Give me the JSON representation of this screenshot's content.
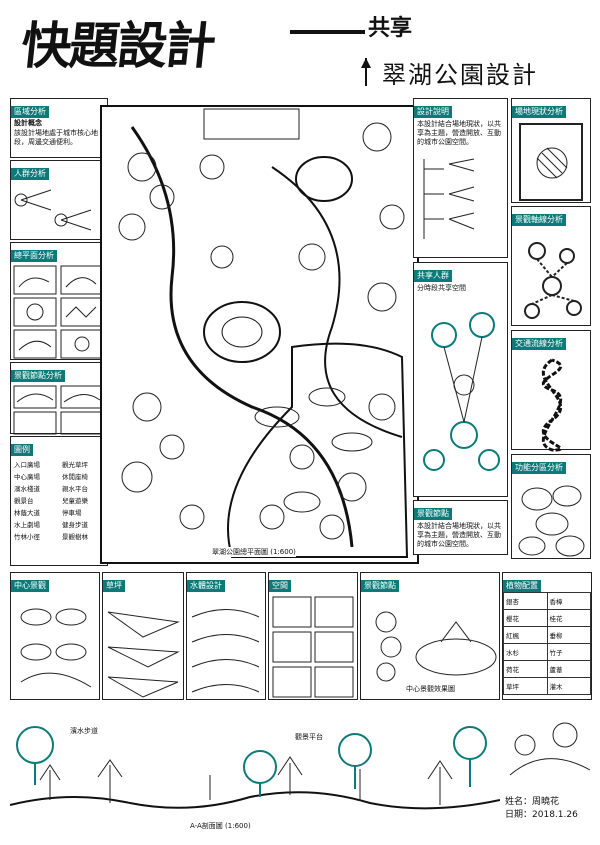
{
  "header": {
    "title_main": "快題設計",
    "title_share": "共享",
    "title_sub": "翠湖公園設計"
  },
  "left_column": {
    "section1": "區域分析",
    "section1_sub": "設計概念",
    "section1_text": "該設計場地處于城市核心地段，周邊交通便利。",
    "section2": "人群分析",
    "section3": "總平面分析",
    "section4": "景觀節點分析",
    "section5": "圖例",
    "legend_items": [
      "入口廣場",
      "觀光草坪",
      "中心廣場",
      "休閒座椅",
      "濱水棧道",
      "親水平台",
      "觀景台",
      "兒童遊樂",
      "林蔭大道",
      "停車場",
      "水上劇場",
      "健身步道",
      "竹林小徑",
      "景觀樹林"
    ]
  },
  "right_column": {
    "section1": "場地現狀分析",
    "section2": "景觀軸線分析",
    "section3": "交通流線分析",
    "section4": "功能分區分析",
    "section_design": "設計說明",
    "design_text": "本設計結合場地現狀，以共享為主題，營造開放、互動的城市公園空間。",
    "section_share": "共享人群",
    "share_text": "分時段共享空間"
  },
  "plan": {
    "label": "翠湖公園總平面圖",
    "scale": "1:600"
  },
  "bottom_panels": {
    "p1": "中心景觀",
    "p2": "草坪",
    "p3": "水體設計",
    "p4": "空間",
    "p5": "景觀節點",
    "p6_label": "中心景觀效果圖",
    "material_title": "植物配置"
  },
  "materials": [
    "銀杏",
    "香樟",
    "櫻花",
    "桂花",
    "紅楓",
    "垂柳",
    "水杉",
    "竹子",
    "荷花",
    "蘆葦",
    "草坪",
    "灌木"
  ],
  "section_label": "A-A剖面圖",
  "section_scale": "1:600",
  "section_notes": [
    "濱水步道",
    "觀景平台"
  ],
  "signature": {
    "name_label": "姓名：",
    "name": "周曉花",
    "date_label": "日期：",
    "date": "2018.1.26"
  },
  "colors": {
    "accent": "#0d7a7a"
  }
}
